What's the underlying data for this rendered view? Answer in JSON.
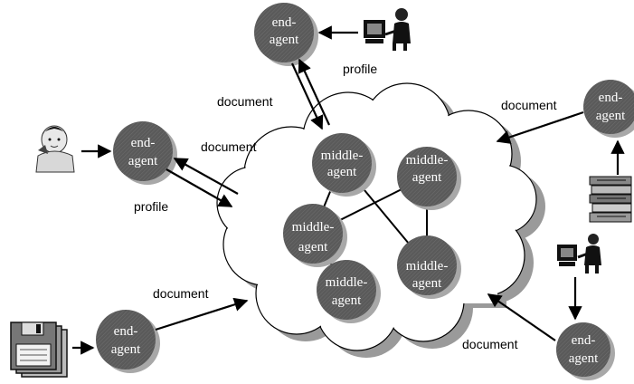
{
  "node_labels": {
    "middle": [
      "middle-",
      "agent"
    ],
    "end": [
      "end-",
      "agent"
    ]
  },
  "edge_labels": {
    "document": "document",
    "profile": "profile"
  },
  "colors": {
    "node_fill": "#5a5a5a",
    "node_shadow": "#a8a8a8",
    "cloud_fill": "#ffffff",
    "cloud_shadow": "#9a9a9a",
    "line": "#000000"
  },
  "icons": [
    "person-at-computer-icon",
    "woman-on-phone-icon",
    "books-stack-icon",
    "floppy-disks-icon"
  ]
}
